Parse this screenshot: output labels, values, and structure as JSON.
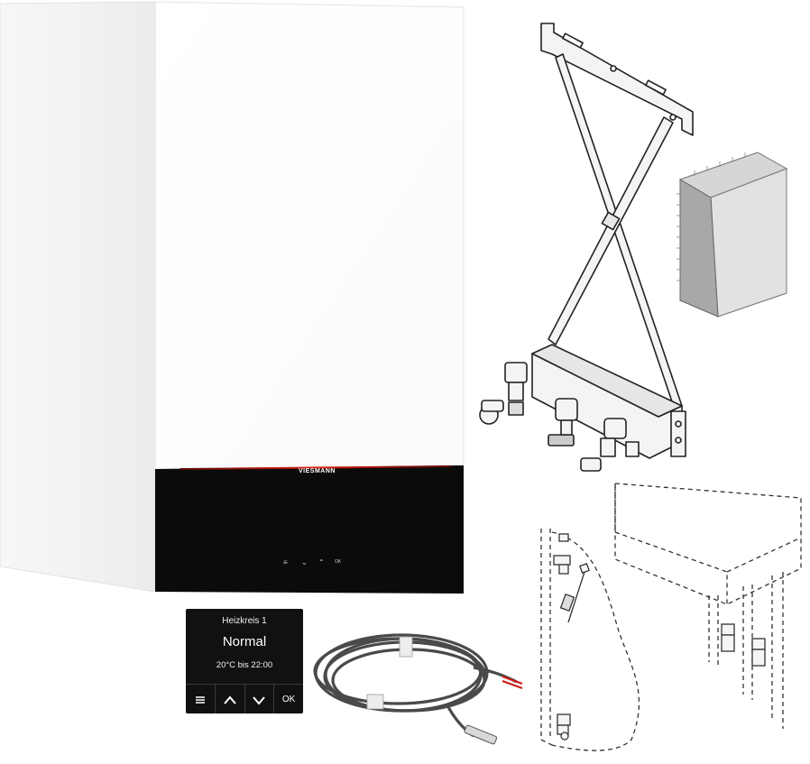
{
  "boiler": {
    "brand": "VIESMANN",
    "controls": [
      "≡",
      "⌄",
      "⌃",
      "OK"
    ]
  },
  "display": {
    "circuit": "Heizkreis 1",
    "mode": "Normal",
    "schedule": "20°C bis 22:00",
    "buttons": {
      "ok": "OK"
    }
  },
  "colors": {
    "panel": "#0b0b0b",
    "accent_stripe": "#c8140c",
    "casing": "#ffffff"
  }
}
